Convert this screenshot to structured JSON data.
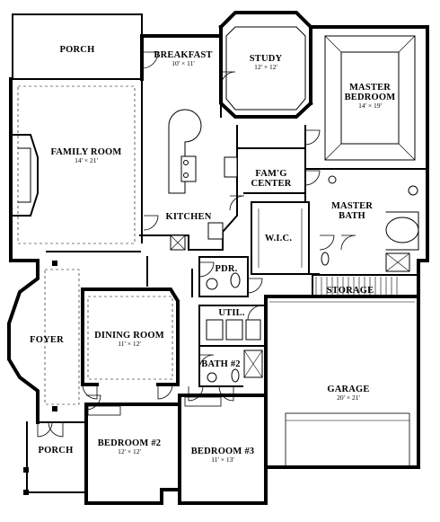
{
  "rooms": {
    "porch_top": {
      "name": "PORCH"
    },
    "breakfast": {
      "name": "BREAKFAST",
      "dims": "10' × 11'"
    },
    "study": {
      "name": "STUDY",
      "dims": "12' × 12'"
    },
    "master_bedroom": {
      "name_line1": "MASTER",
      "name_line2": "BEDROOM",
      "dims": "14' × 19'"
    },
    "family_room": {
      "name": "FAMILY ROOM",
      "dims": "14' × 21'"
    },
    "fam_center": {
      "name_line1": "FAM'G",
      "name_line2": "CENTER"
    },
    "master_bath": {
      "name_line1": "MASTER",
      "name_line2": "BATH"
    },
    "kitchen": {
      "name": "KITCHEN"
    },
    "wic": {
      "name": "W.I.C."
    },
    "pdr": {
      "name": "PDR."
    },
    "storage": {
      "name": "STORAGE"
    },
    "util": {
      "name": "UTIL."
    },
    "foyer": {
      "name": "FOYER"
    },
    "dining_room": {
      "name": "DINING ROOM",
      "dims": "11' × 12'"
    },
    "bath2": {
      "name": "BATH #2"
    },
    "garage": {
      "name": "GARAGE",
      "dims": "20' × 21'"
    },
    "porch_bottom": {
      "name": "PORCH"
    },
    "bedroom2": {
      "name": "BEDROOM #2",
      "dims": "12' × 12'"
    },
    "bedroom3": {
      "name": "BEDROOM #3",
      "dims": "11' × 13'"
    }
  }
}
